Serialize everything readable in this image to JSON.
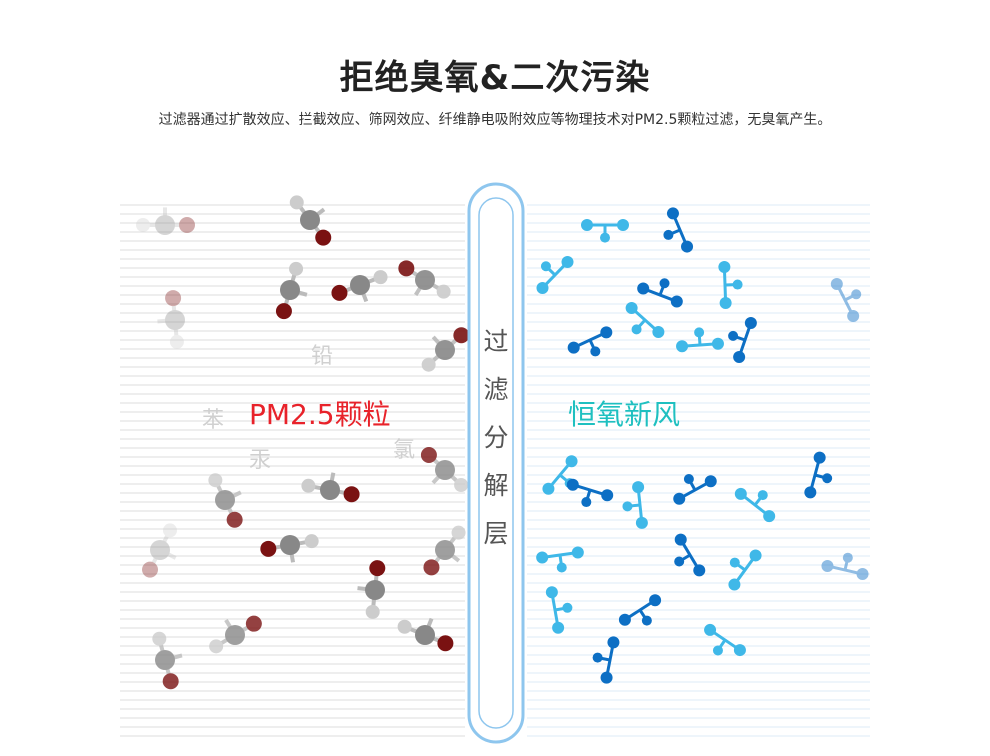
{
  "heading": {
    "title": "拒绝臭氧&二次污染",
    "subtitle": "过滤器通过扩散效应、拦截效应、筛网效应、纤维静电吸附效应等物理技术对PM2.5颗粒过滤，无臭氧产生。"
  },
  "left_panel": {
    "ghost_words": [
      "铅",
      "苯",
      "汞",
      "氯"
    ],
    "label": "PM2.5颗粒",
    "label_color": "#e8222a",
    "molecule_colors": {
      "atom": "#7a1212",
      "bond": "#888888"
    }
  },
  "filter": {
    "chars": [
      "过",
      "滤",
      "分",
      "解",
      "层"
    ],
    "border_color": "#8ec6ee"
  },
  "right_panel": {
    "label": "恒氧新风",
    "label_color": "#1fc0c0",
    "molecule_colors": {
      "dark": "#0d6fc4",
      "light": "#3fb8e8"
    }
  }
}
